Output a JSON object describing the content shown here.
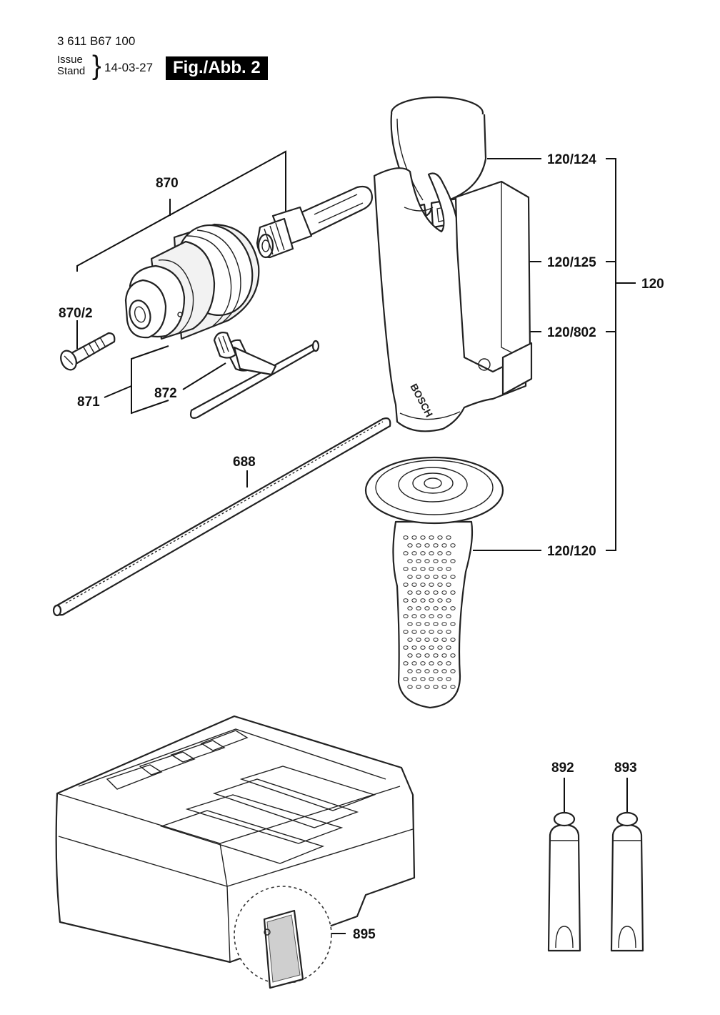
{
  "header": {
    "doc_number": "3 611 B67 100",
    "issue_label": "Issue",
    "stand_label": "Stand",
    "date": "14-03-27",
    "figure": "Fig./Abb. 2"
  },
  "parts": [
    {
      "id": "870",
      "label": "870"
    },
    {
      "id": "870-2",
      "label": "870/2"
    },
    {
      "id": "871",
      "label": "871"
    },
    {
      "id": "872",
      "label": "872"
    },
    {
      "id": "688",
      "label": "688"
    },
    {
      "id": "120-124",
      "label": "120/124"
    },
    {
      "id": "120-125",
      "label": "120/125"
    },
    {
      "id": "120-802",
      "label": "120/802"
    },
    {
      "id": "120-120",
      "label": "120/120"
    },
    {
      "id": "120",
      "label": "120"
    },
    {
      "id": "892",
      "label": "892"
    },
    {
      "id": "893",
      "label": "893"
    },
    {
      "id": "895",
      "label": "895"
    }
  ],
  "brand_text": "BOSCH"
}
